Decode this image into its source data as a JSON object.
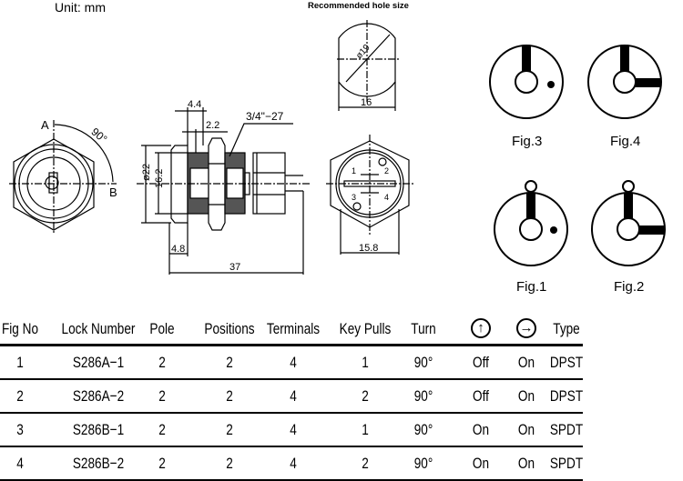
{
  "unit_label": "Unit:  mm",
  "hole_label": "Recommended hole size",
  "front_view": {
    "point_a": "A",
    "point_b": "B",
    "angle": "90°"
  },
  "side_view": {
    "dim_4_4": "4.4",
    "dim_2_2": "2.2",
    "thread": "3/4\"−27",
    "dim_22": "ø22",
    "dim_16_2": "16.2",
    "dim_4_8": "4.8",
    "dim_37": "37"
  },
  "hole_view": {
    "dia": "ø19",
    "width": "16"
  },
  "back_view": {
    "t1": "1",
    "t2": "2",
    "t3": "3",
    "t4": "4",
    "width": "15.8"
  },
  "figures": [
    {
      "label": "Fig.3"
    },
    {
      "label": "Fig.4"
    },
    {
      "label": "Fig.1"
    },
    {
      "label": "Fig.2"
    }
  ],
  "table": {
    "headers": [
      "Fig No",
      "Lock Number",
      "Pole",
      "Positions",
      "Terminals",
      "Key Pulls",
      "Turn",
      "up-arrow-icon",
      "right-arrow-icon",
      "Type"
    ],
    "rows": [
      [
        "1",
        "S286A−1",
        "2",
        "2",
        "4",
        "1",
        "90°",
        "Off",
        "On",
        "DPST"
      ],
      [
        "2",
        "S286A−2",
        "2",
        "2",
        "4",
        "2",
        "90°",
        "Off",
        "On",
        "DPST"
      ],
      [
        "3",
        "S286B−1",
        "2",
        "2",
        "4",
        "1",
        "90°",
        "On",
        "On",
        "SPDT"
      ],
      [
        "4",
        "S286B−2",
        "2",
        "2",
        "4",
        "2",
        "90°",
        "On",
        "On",
        "SPDT"
      ]
    ]
  }
}
